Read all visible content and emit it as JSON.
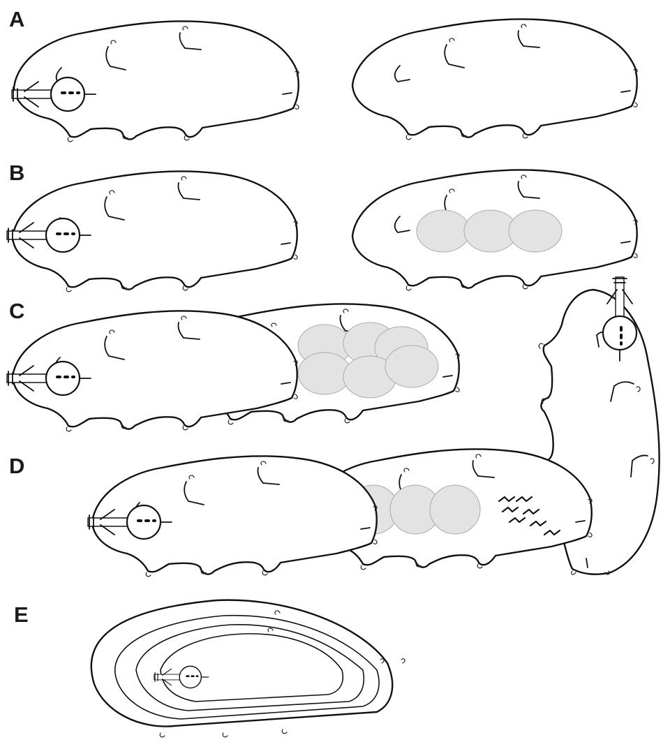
{
  "panels": {
    "a": "A",
    "b": "B",
    "c": "C",
    "d": "D",
    "e": "E"
  },
  "colors": {
    "outline": "#111111",
    "egg_fill": "#e3e3e3",
    "egg_stroke": "#aaaaaa",
    "background": "#ffffff"
  }
}
